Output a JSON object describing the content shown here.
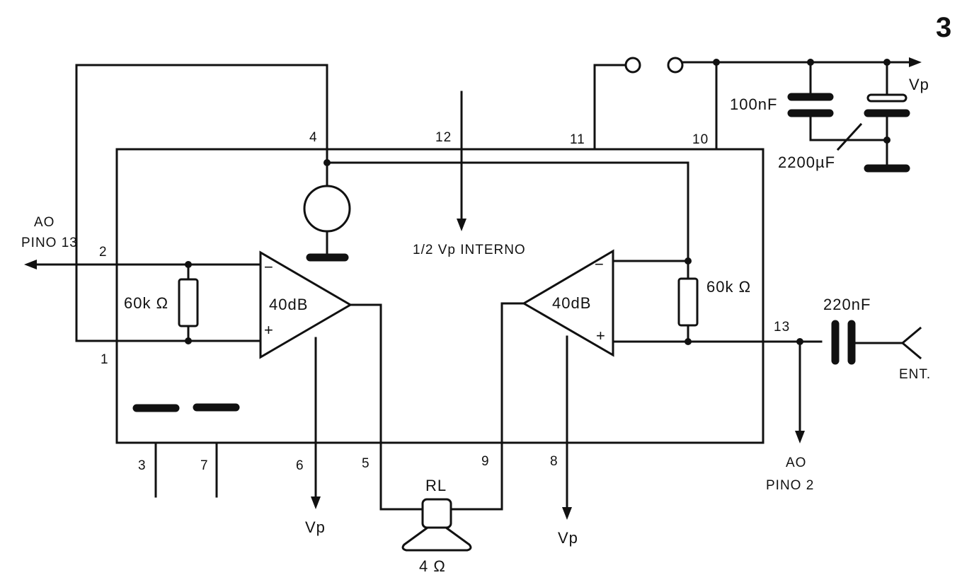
{
  "figure_number": "3",
  "pins": {
    "p1": "1",
    "p2": "2",
    "p3": "3",
    "p4": "4",
    "p5": "5",
    "p6": "6",
    "p7": "7",
    "p8": "8",
    "p9": "9",
    "p10": "10",
    "p11": "11",
    "p12": "12",
    "p13": "13"
  },
  "labels": {
    "ao": "AO",
    "pino13": "PINO 13",
    "pino2": "PINO 2",
    "half_vp": "1/2 Vp  INTERNO",
    "vp": "Vp",
    "rl": "RL",
    "speaker_ohm": "4 Ω",
    "ent": "ENT.",
    "gain_left": "40dB",
    "gain_right": "40dB",
    "res_left": "60k Ω",
    "res_right": "60k Ω",
    "cap_100nf": "100nF",
    "cap_2200uf": "2200µF",
    "cap_220nf": "220nF",
    "minus": "−",
    "plus": "+"
  }
}
